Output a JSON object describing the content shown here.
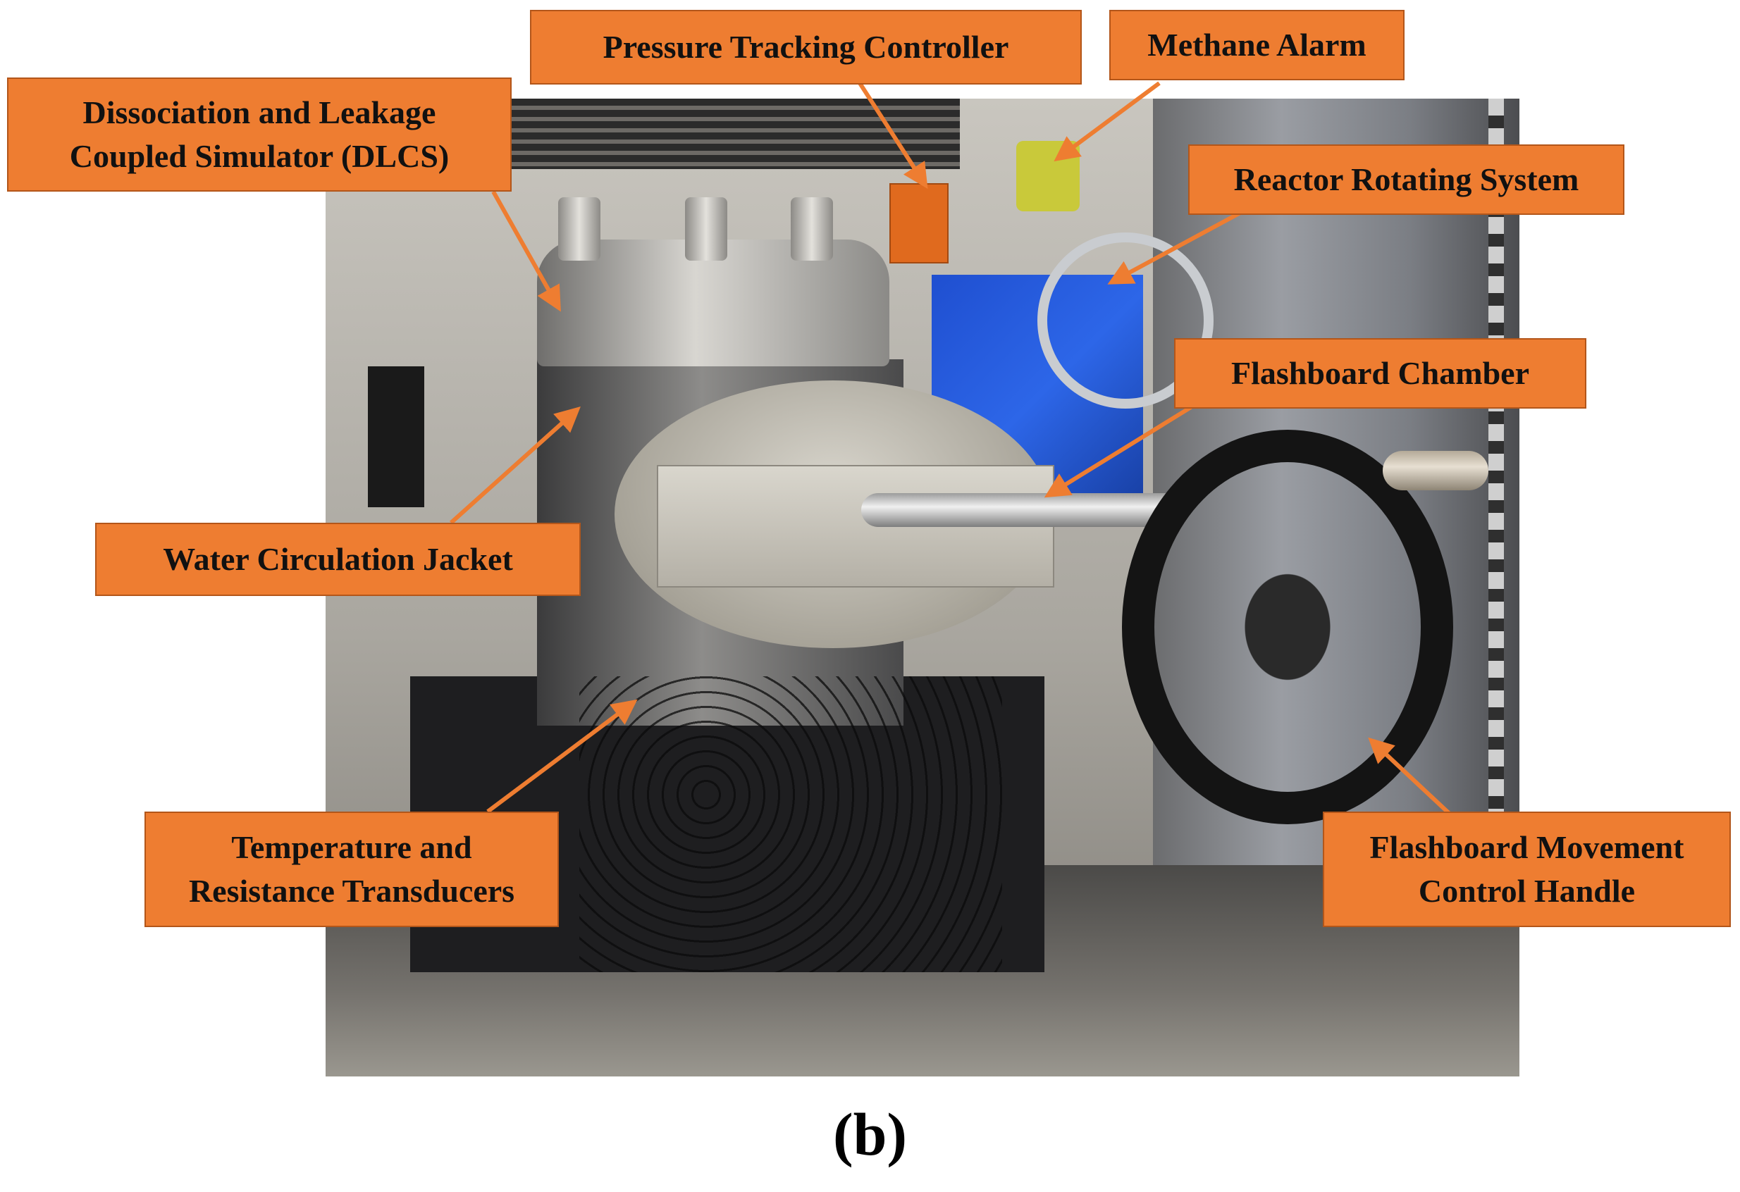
{
  "labels": {
    "pressure": "Pressure Tracking Controller",
    "methane": "Methane Alarm",
    "dlcs_line1": "Dissociation and Leakage",
    "dlcs_line2": "Coupled Simulator (DLCS)",
    "reactor": "Reactor Rotating System",
    "flashboard_chamber": "Flashboard Chamber",
    "water_jacket": "Water Circulation Jacket",
    "transducers_line1": "Temperature and",
    "transducers_line2": "Resistance Transducers",
    "handle_line1": "Flashboard Movement",
    "handle_line2": "Control Handle"
  },
  "caption": "(b)",
  "colors": {
    "label_fill": "#ee7d31",
    "arrow": "#ee7d31"
  }
}
